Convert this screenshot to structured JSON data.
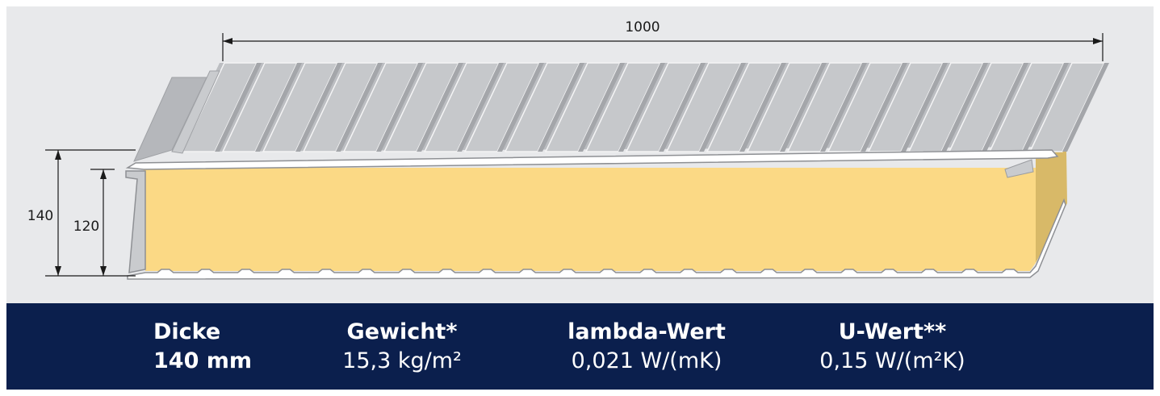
{
  "dimensions": {
    "width_label": "1000",
    "total_thickness_label": "140",
    "core_thickness_label": "120"
  },
  "specs": {
    "dicke": {
      "label": "Dicke",
      "value": "140 mm"
    },
    "gewicht": {
      "label": "Gewicht*",
      "value": "15,3 kg/m²"
    },
    "lambda": {
      "label": "lambda-Wert",
      "value": "0,021 W/(mK)"
    },
    "uwert": {
      "label": "U-Wert**",
      "value": "0,15 W/(m²K)"
    }
  },
  "colors": {
    "background": "#e8e9eb",
    "steel": "#bcbec2",
    "core": "#fbd985",
    "footer": "#0b1f4d"
  }
}
